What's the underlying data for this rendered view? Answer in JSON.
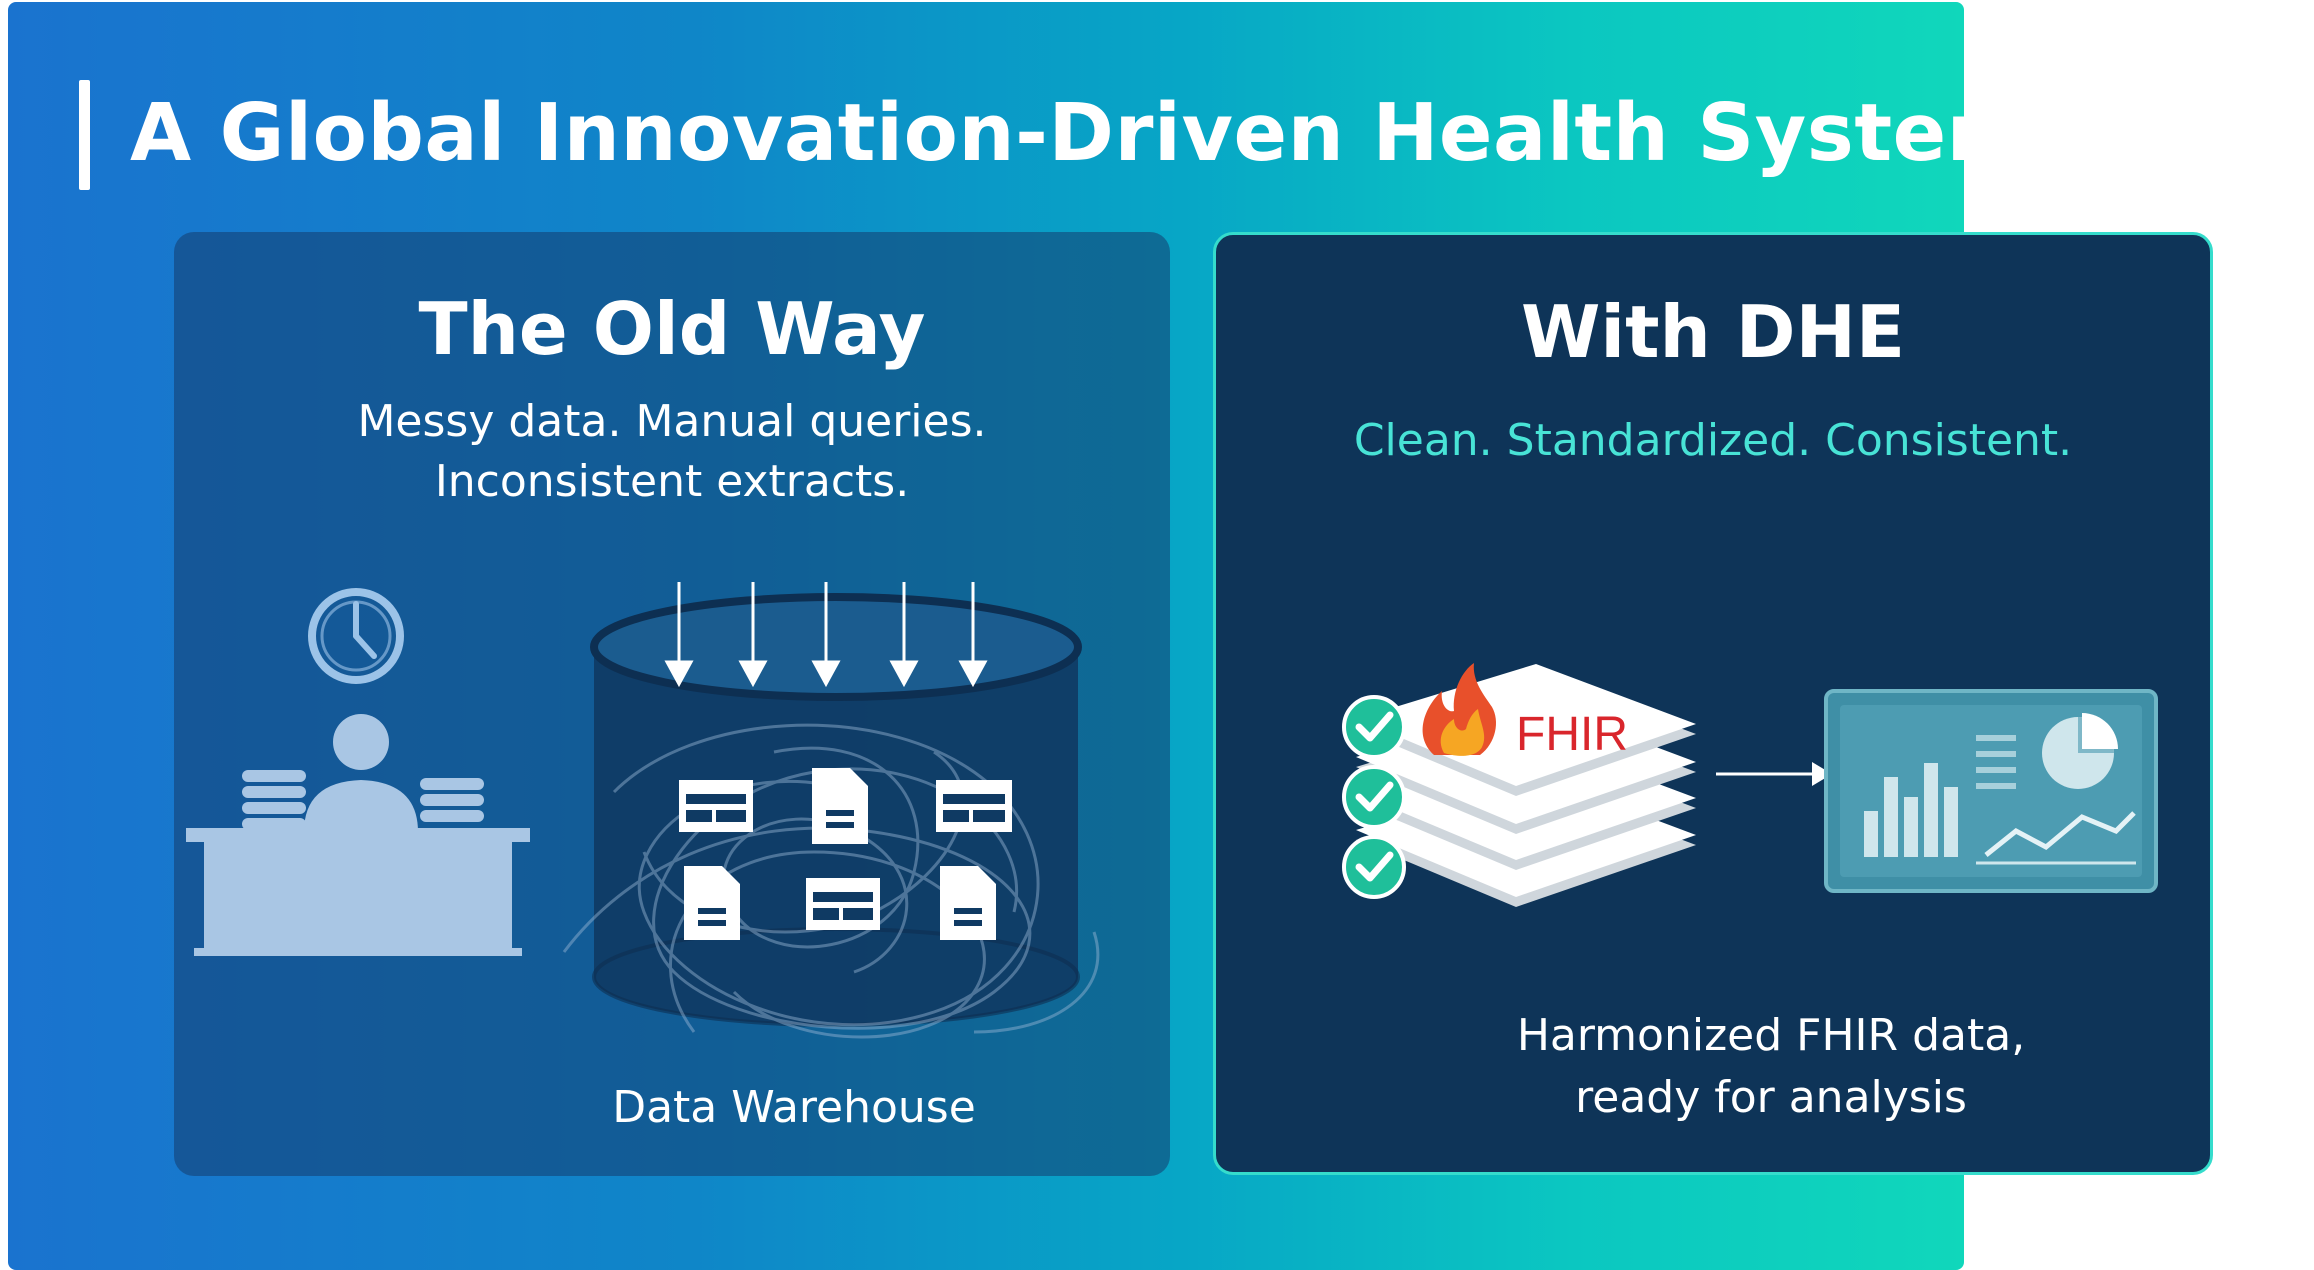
{
  "page": {
    "title": "A Global Innovation-Driven Health System"
  },
  "old_way": {
    "title": "The Old Way",
    "subtitle_line1": "Messy data. Manual queries.",
    "subtitle_line2": "Inconsistent extracts.",
    "warehouse_label": "Data Warehouse"
  },
  "with_dhe": {
    "title": "With DHE",
    "subtitle": "Clean. Standardized. Consistent.",
    "fhir_label": "FHIR",
    "caption_line1": "Harmonized FHIR data,",
    "caption_line2": "ready for analysis"
  },
  "colors": {
    "gradient_start": "#1a73cf",
    "gradient_end": "#10d7bb",
    "dhe_panel": "#0e3458",
    "accent_teal": "#48e3d6",
    "check_green": "#1fbf9a",
    "fhir_red": "#d9262c"
  },
  "icons": [
    "clock-icon",
    "person-at-desk-icon",
    "database-cylinder-icon",
    "table-icon",
    "document-icon",
    "check-icon",
    "fhir-flame-icon",
    "dashboard-icon",
    "arrow-right-icon"
  ]
}
